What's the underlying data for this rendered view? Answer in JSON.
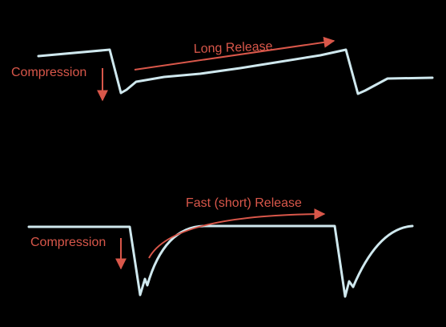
{
  "colors": {
    "background": "#000000",
    "waveform": "#cfe8ee",
    "annotation": "#d9574a"
  },
  "top_panel": {
    "compression_label": "Compression",
    "release_label": "Long Release"
  },
  "bottom_panel": {
    "compression_label": "Compression",
    "release_label": "Fast (short) Release"
  }
}
